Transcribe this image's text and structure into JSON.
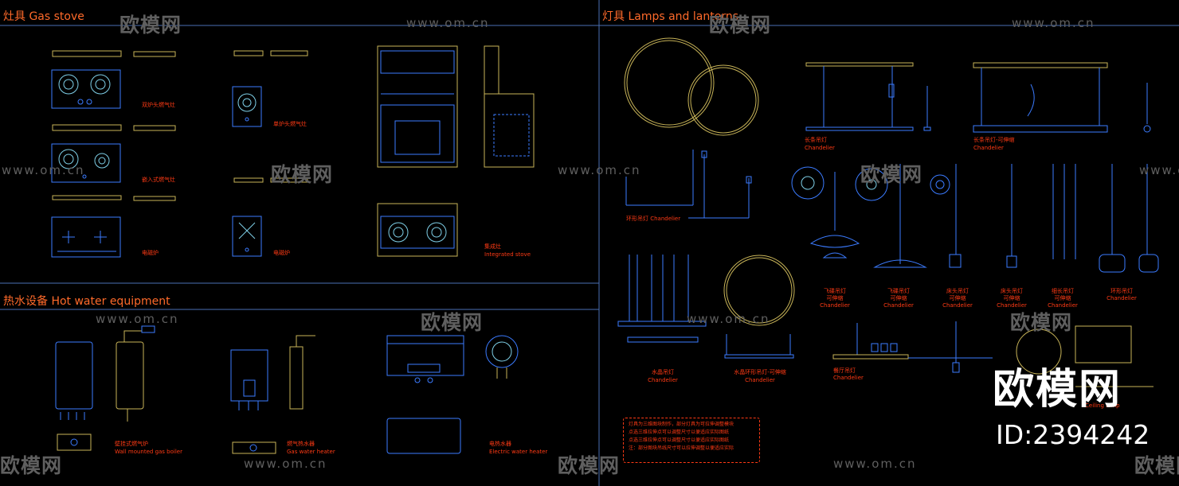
{
  "colors": {
    "frame": "#4a6fb5",
    "line_blue": "#3b7bff",
    "line_yellow": "#c8b458",
    "line_cyan": "#7fd0e8",
    "label": "#ff3a14",
    "title": "#ff6a2a",
    "watermark": "#5f5f5f"
  },
  "sections": {
    "gas_stove": "灶具 Gas stove",
    "hot_water": "热水设备 Hot water equipment",
    "lamps": "灯具 Lamps and lanterns"
  },
  "labels": {
    "double_gas": "双炉头燃气灶",
    "single_gas": "单炉头燃气灶",
    "embedded_gas": "嵌入式燃气灶",
    "induction_a": "电磁炉",
    "induction_b": "电磁炉",
    "integrated_cn": "集成灶",
    "integrated_en": "Integrated stove",
    "boiler_cn": "壁挂式燃气炉",
    "boiler_en": "Wall mounted gas boiler",
    "heater_cn": "燃气热水器",
    "heater_en": "Gas water heater",
    "electric_cn": "电热水器",
    "electric_en": "Electric water heater",
    "chand_a_cn": "长条吊灯",
    "chand_a_en": "Chandelier",
    "chand_b_cn": "长条吊灯-可伸缩",
    "chand_b_en": "Chandelier",
    "ring_chand": "环形吊灯 Chandelier",
    "fly_cn": "飞碟吊灯",
    "fly_sub": "可伸缩",
    "fly_en": "Chandelier",
    "fly2_cn": "飞碟吊灯",
    "fly2_sub": "可伸缩",
    "fly2_en": "Chandelier",
    "bed_cn": "床头吊灯",
    "bed_sub": "可伸缩",
    "bed_en": "Chandelier",
    "bed2_cn": "床头吊灯",
    "bed2_sub": "可伸缩",
    "bed2_en": "Chandelier",
    "slim_cn": "细长吊灯",
    "slim_sub": "可伸缩",
    "slim_en": "Chandelier",
    "ring2_cn": "环形吊灯",
    "ring2_en": "Chandelier",
    "crystal_cn": "水晶吊灯",
    "crystal_en": "Chandelier",
    "crystal2_cn": "水晶环形吊灯-可伸缩",
    "crystal2_en": "Chandelier",
    "dining_cn": "餐厅吊灯",
    "dining_en": "Chandelier",
    "ceiling_en": "Ceiling lamp"
  },
  "note_lines": [
    "灯具为三维图块制作，部分灯具为可拉伸调整模块",
    "点选三维拉伸点可以调整尺寸以便适应实际图纸",
    "点选三维拉伸点可以调整尺寸以便适应实际图纸",
    "注：部分图块吊线尺寸可以拉伸调整以便适应实际"
  ],
  "watermark": {
    "logo": "欧模网",
    "url": "www.om.cn"
  },
  "brand": {
    "name": "欧模网",
    "id": "ID:2394242"
  }
}
